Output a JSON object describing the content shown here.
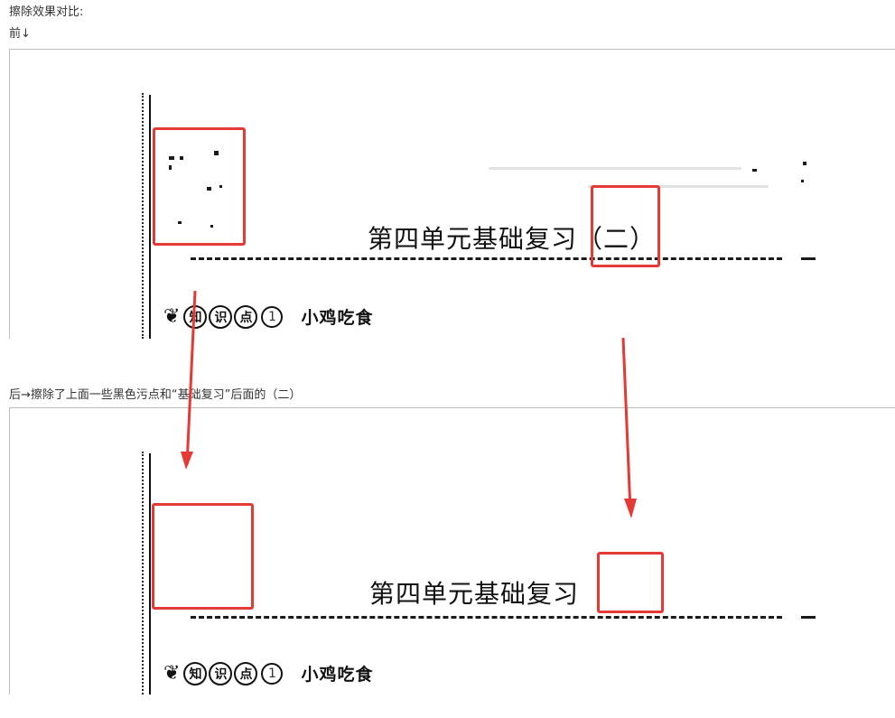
{
  "captions": {
    "title": "擦除效果对比:",
    "before": "前↓",
    "after": "后→擦除了上面一些黑色污点和“基础复习”后面的（二）"
  },
  "before_scan": {
    "heading": "第四单元基础复习（二）",
    "knowledge_chars": [
      "知",
      "识",
      "点"
    ],
    "knowledge_num": "1",
    "lesson": "小鸡吃食",
    "leaf_icon": "leaf-icon"
  },
  "after_scan": {
    "heading": "第四单元基础复习",
    "knowledge_chars": [
      "知",
      "识",
      "点"
    ],
    "knowledge_num": "1",
    "lesson": "小鸡吃食",
    "leaf_icon": "leaf-icon"
  },
  "colors": {
    "highlight": "#e53935",
    "arrow": "#e53935",
    "ink": "#111111",
    "caption_text": "#333333"
  }
}
